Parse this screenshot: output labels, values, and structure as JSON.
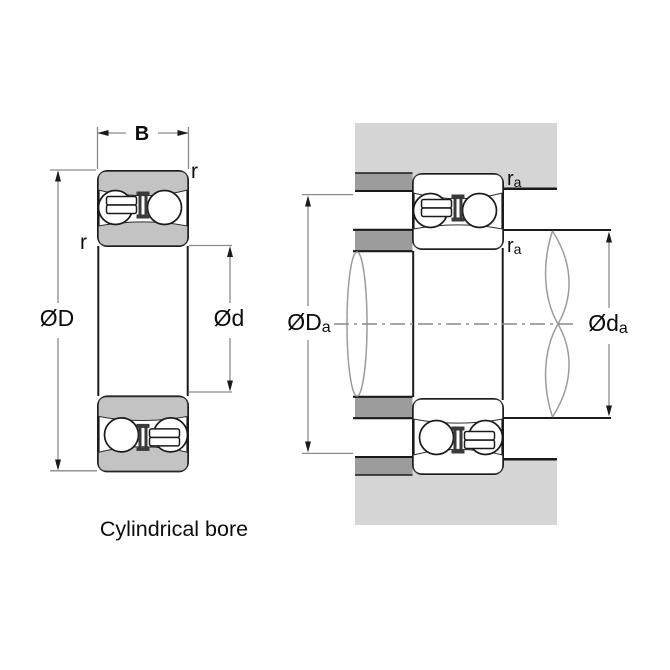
{
  "colors": {
    "bg": "#ffffff",
    "line": "#1a1a1a",
    "dim": "#8a8a8a",
    "text": "#0d0d0d",
    "housing": "#d5d5d5",
    "shoulder": "#9c9c9c",
    "ring": "#c3c3c3"
  },
  "left_view": {
    "width_label": "B",
    "outer_diameter_label": "ØD",
    "bore_diameter_label": "Ød",
    "fillet_label_top": "r",
    "fillet_label_bottom": "r",
    "caption": "Cylindrical bore"
  },
  "right_view": {
    "housing_abutment_diameter": {
      "main": "ØD",
      "sub": "a"
    },
    "shaft_abutment_diameter": {
      "main": "Ød",
      "sub": "a"
    },
    "fillet_label_top": {
      "main": "r",
      "sub": "a"
    },
    "fillet_label_bottom": {
      "main": "r",
      "sub": "a"
    }
  }
}
